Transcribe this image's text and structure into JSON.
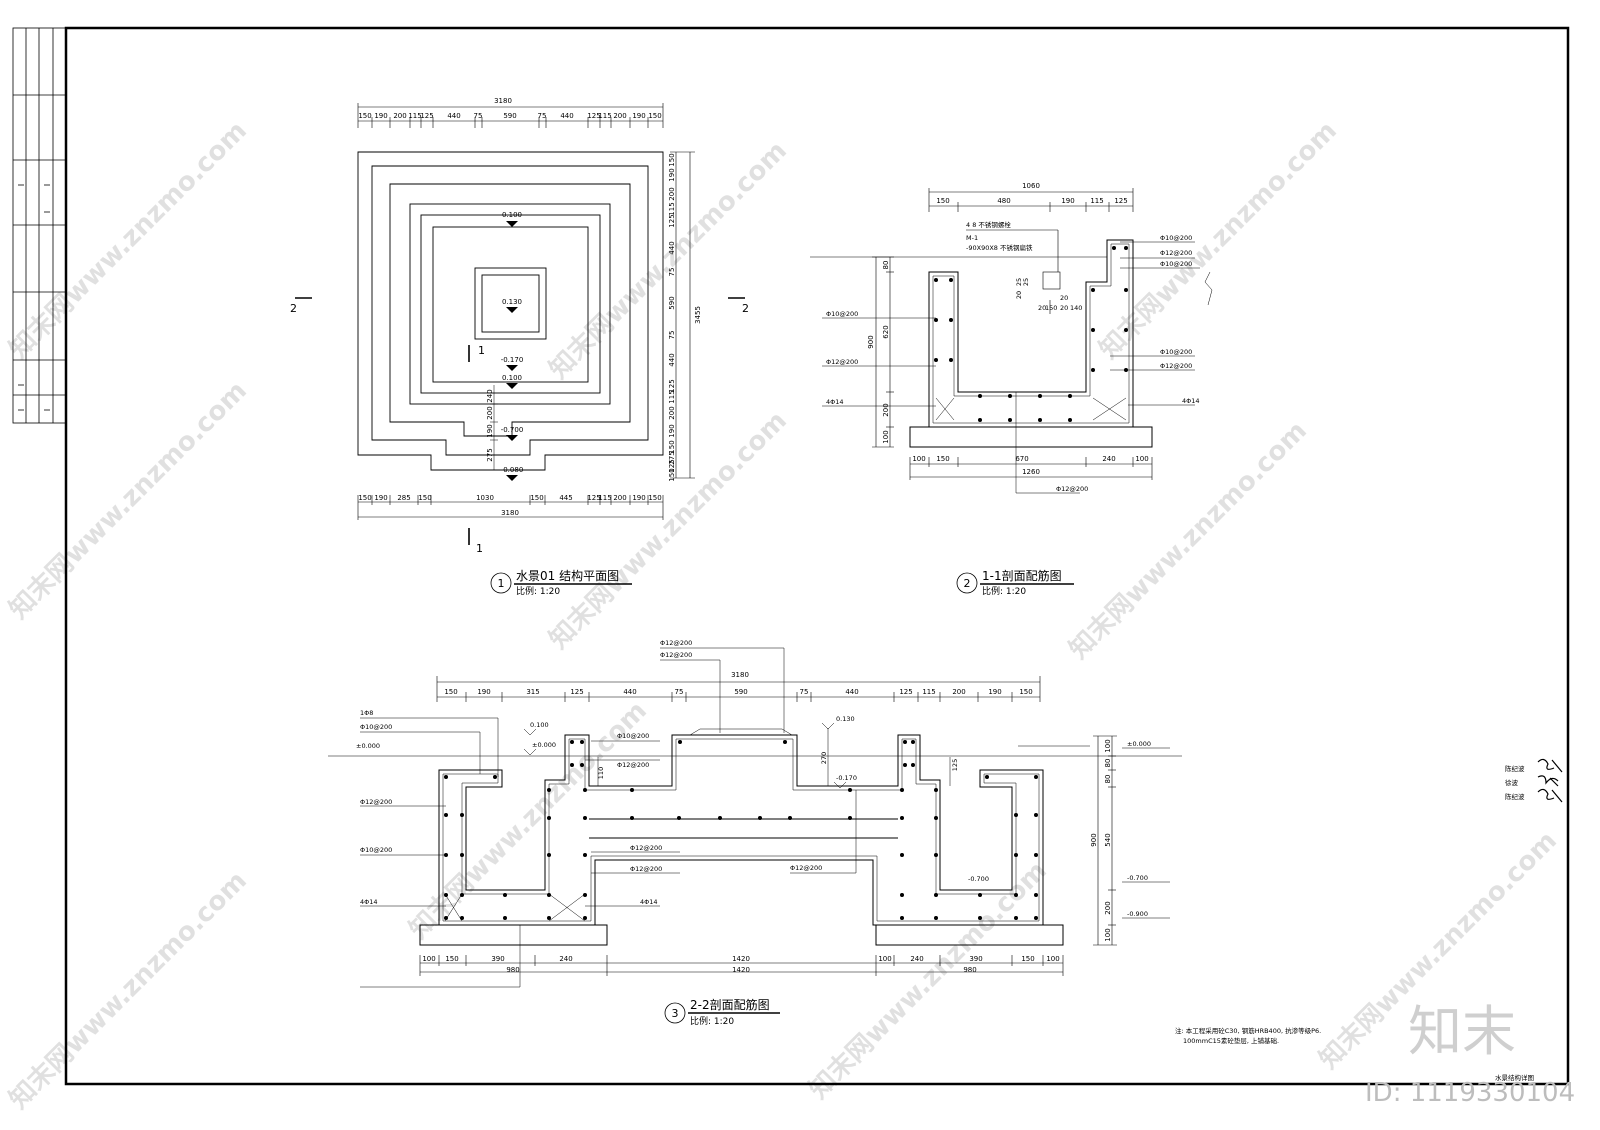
{
  "drawings": {
    "plan": {
      "number": "1",
      "title": "水景01 结构平面图",
      "scale": "比例: 1:20",
      "top_total": "3180",
      "top_dims": [
        "150",
        "190",
        "200",
        "115",
        "125",
        "440",
        "75",
        "590",
        "75",
        "440",
        "125",
        "115",
        "200",
        "190",
        "150"
      ],
      "bottom_total": "3180",
      "bottom_dims": [
        "150",
        "190",
        "285",
        "150",
        "1030",
        "150",
        "445",
        "125",
        "115",
        "200",
        "190",
        "150"
      ],
      "right_total": "3455",
      "right_dims": [
        "150",
        "190",
        "200",
        "115",
        "125",
        "440",
        "75",
        "590",
        "75",
        "440",
        "125",
        "115",
        "200",
        "190",
        "150",
        "275",
        "125",
        "150"
      ],
      "levels": [
        "0.100",
        "0.130",
        "-0.170",
        "0.100",
        "-0.700",
        "-0.080"
      ],
      "inner_dims": [
        "240",
        "200",
        "190",
        "275"
      ],
      "section_marks": [
        "1",
        "1",
        "2",
        "2"
      ]
    },
    "section11": {
      "number": "2",
      "title": "1-1剖面配筋图",
      "scale": "比例: 1:20",
      "top_total": "1060",
      "top_dims": [
        "150",
        "480",
        "190",
        "115",
        "125"
      ],
      "bottom_total": "1260",
      "bottom_dims": [
        "100",
        "150",
        "670",
        "240",
        "100"
      ],
      "left_dims": [
        "80",
        "900",
        "620",
        "200",
        "100"
      ],
      "inner_dims": [
        "25",
        "25",
        "20",
        "20",
        "20",
        "150",
        "20",
        "140"
      ],
      "notes": [
        "4  8 不锈钢螺栓",
        "M-1",
        "-90X90X8 不锈钢扁铁"
      ],
      "rebar_labels": [
        "Φ10@200",
        "Φ12@200",
        "Φ10@200",
        "Φ10@200",
        "Φ12@200",
        "4Φ14",
        "Φ10@200",
        "Φ12@200",
        "4Φ14",
        "Φ12@200"
      ]
    },
    "section22": {
      "number": "3",
      "title": "2-2剖面配筋图",
      "scale": "比例: 1:20",
      "top_total": "3180",
      "top_dims": [
        "150",
        "190",
        "315",
        "125",
        "440",
        "75",
        "590",
        "75",
        "440",
        "125",
        "115",
        "200",
        "190",
        "150"
      ],
      "bottom_dims": [
        "100",
        "150",
        "390",
        "240",
        "1420",
        "100",
        "240",
        "390",
        "150",
        "100"
      ],
      "bottom_sub": [
        "980",
        "1420",
        "980"
      ],
      "right_total": "900",
      "right_dims": [
        "100",
        "80",
        "80",
        "540",
        "200",
        "100"
      ],
      "inner_dims": [
        "110",
        "270",
        "125"
      ],
      "levels": [
        "±0.000",
        "0.100",
        "±0.000",
        "0.130",
        "-0.170",
        "-0.700",
        "±0.000",
        "-0.700",
        "-0.900"
      ],
      "rebar_labels": [
        "Φ12@200",
        "Φ12@200",
        "1Φ8",
        "Φ10@200",
        "Φ10@200",
        "Φ12@200",
        "Φ12@200",
        "Φ10@200",
        "Φ12@200",
        "Φ12@200",
        "4Φ14",
        "4Φ14",
        "Φ12@200"
      ]
    }
  },
  "general_note": [
    "注: 本工程采用砼C30, 钢筋HRB400, 抗渗等级P6.",
    "100mmC15素砼垫层, 上铺基础."
  ],
  "signatures": [
    "陈纪波",
    "徐波",
    "陈纪波"
  ],
  "sheet_title": "水景结构详图",
  "watermark": "知末网www.znzmo.com",
  "brand": "知末",
  "id_label": "ID: 1119330104"
}
